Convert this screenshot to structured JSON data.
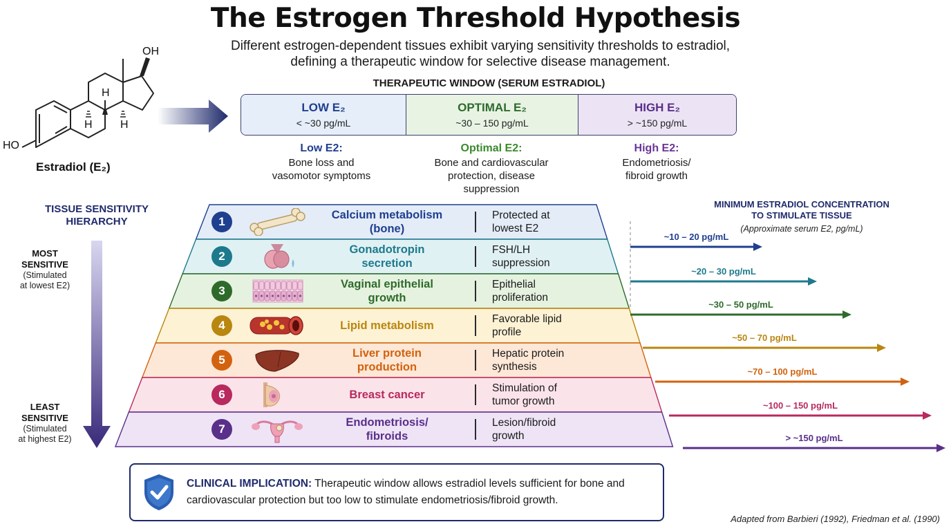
{
  "title": "The Estrogen Threshold Hypothesis",
  "subtitle_line1": "Different estrogen-dependent tissues exhibit varying sensitivity thresholds to estradiol,",
  "subtitle_line2": "defining a therapeutic window for selective disease management.",
  "molecule": {
    "name": "Estradiol (E₂)",
    "labels": {
      "oh": "OH",
      "ho": "HO",
      "h1": "H",
      "h2": "H",
      "h3": "H"
    }
  },
  "therapeutic_window": {
    "header": "THERAPEUTIC WINDOW (SERUM ESTRADIOL)",
    "segments": [
      {
        "label": "LOW E₂",
        "range": "< ~30 pg/mL",
        "color": "#1f3f8f",
        "bg": "#e6eef9"
      },
      {
        "label": "OPTIMAL E₂",
        "range": "~30 – 150 pg/mL",
        "color": "#2e6b2b",
        "bg": "#e8f3e4"
      },
      {
        "label": "HIGH E₂",
        "range": "> ~150 pg/mL",
        "color": "#5a2f8a",
        "bg": "#ece4f4"
      }
    ],
    "descriptions": [
      {
        "heading": "Low E2:",
        "line1": "Bone loss and",
        "line2": "vasomotor symptoms",
        "line3": "",
        "color": "#1f3f8f"
      },
      {
        "heading": "Optimal E2:",
        "line1": "Bone and cardiovascular",
        "line2": "protection, disease",
        "line3": "suppression",
        "color": "#3b8a2c"
      },
      {
        "heading": "High E2:",
        "line1": "Endometriosis/",
        "line2": "fibroid growth",
        "line3": "",
        "color": "#6a3596"
      }
    ]
  },
  "hierarchy": {
    "title_line1": "TISSUE SENSITIVITY",
    "title_line2": "HIERARCHY",
    "most_line1": "MOST",
    "most_line2": "SENSITIVE",
    "most_line3": "(Stimulated",
    "most_line4": "at lowest E2)",
    "least_line1": "LEAST",
    "least_line2": "SENSITIVE",
    "least_line3": "(Stimulated",
    "least_line4": "at highest E2)"
  },
  "tissues": [
    {
      "num": "1",
      "name1": "Calcium metabolism",
      "name2": "(bone)",
      "effect1": "Protected at",
      "effect2": "lowest E2",
      "range": "~10 – 20 pg/mL",
      "color": "#1f3f8f",
      "bg": "#e4ecf8",
      "icon": "bone-icon"
    },
    {
      "num": "2",
      "name1": "Gonadotropin",
      "name2": "secretion",
      "effect1": "FSH/LH",
      "effect2": "suppression",
      "range": "~20 – 30 pg/mL",
      "color": "#1d7a8c",
      "bg": "#e0f1f4",
      "icon": "pituitary-icon"
    },
    {
      "num": "3",
      "name1": "Vaginal epithelial",
      "name2": "growth",
      "effect1": "Epithelial",
      "effect2": "proliferation",
      "range": "~30 – 50 pg/mL",
      "color": "#2e6b2b",
      "bg": "#e6f2e0",
      "icon": "epithelium-icon"
    },
    {
      "num": "4",
      "name1": "Lipid metabolism",
      "name2": "",
      "effect1": "Favorable lipid",
      "effect2": "profile",
      "range": "~50 – 70 pg/mL",
      "color": "#b9860f",
      "bg": "#fdf2d4",
      "icon": "artery-icon"
    },
    {
      "num": "5",
      "name1": "Liver protein",
      "name2": "production",
      "effect1": "Hepatic protein",
      "effect2": "synthesis",
      "range": "~70 – 100 pg/mL",
      "color": "#d2620f",
      "bg": "#fde7d6",
      "icon": "liver-icon"
    },
    {
      "num": "6",
      "name1": "Breast cancer",
      "name2": "",
      "effect1": "Stimulation of",
      "effect2": "tumor growth",
      "range": "~100 – 150 pg/mL",
      "color": "#b8295e",
      "bg": "#fbe3ea",
      "icon": "breast-icon"
    },
    {
      "num": "7",
      "name1": "Endometriosis/",
      "name2": "fibroids",
      "effect1": "Lesion/fibroid",
      "effect2": "growth",
      "range": "> ~150 pg/mL",
      "color": "#5a2f8a",
      "bg": "#eee4f6",
      "icon": "uterus-icon"
    }
  ],
  "min_conc": {
    "title_line1": "MINIMUM ESTRADIOL CONCENTRATION",
    "title_line2": "TO STIMULATE TISSUE",
    "subtitle": "(Approximate serum E2, pg/mL)"
  },
  "clinical": {
    "heading": "CLINICAL IMPLICATION:",
    "text_line1": " Therapeutic window allows estradiol levels sufficient for bone and",
    "text_line2": "cardiovascular protection but too low to stimulate endometriosis/fibroid growth."
  },
  "credit": "Adapted from Barbieri (1992), Friedman et al. (1990)"
}
